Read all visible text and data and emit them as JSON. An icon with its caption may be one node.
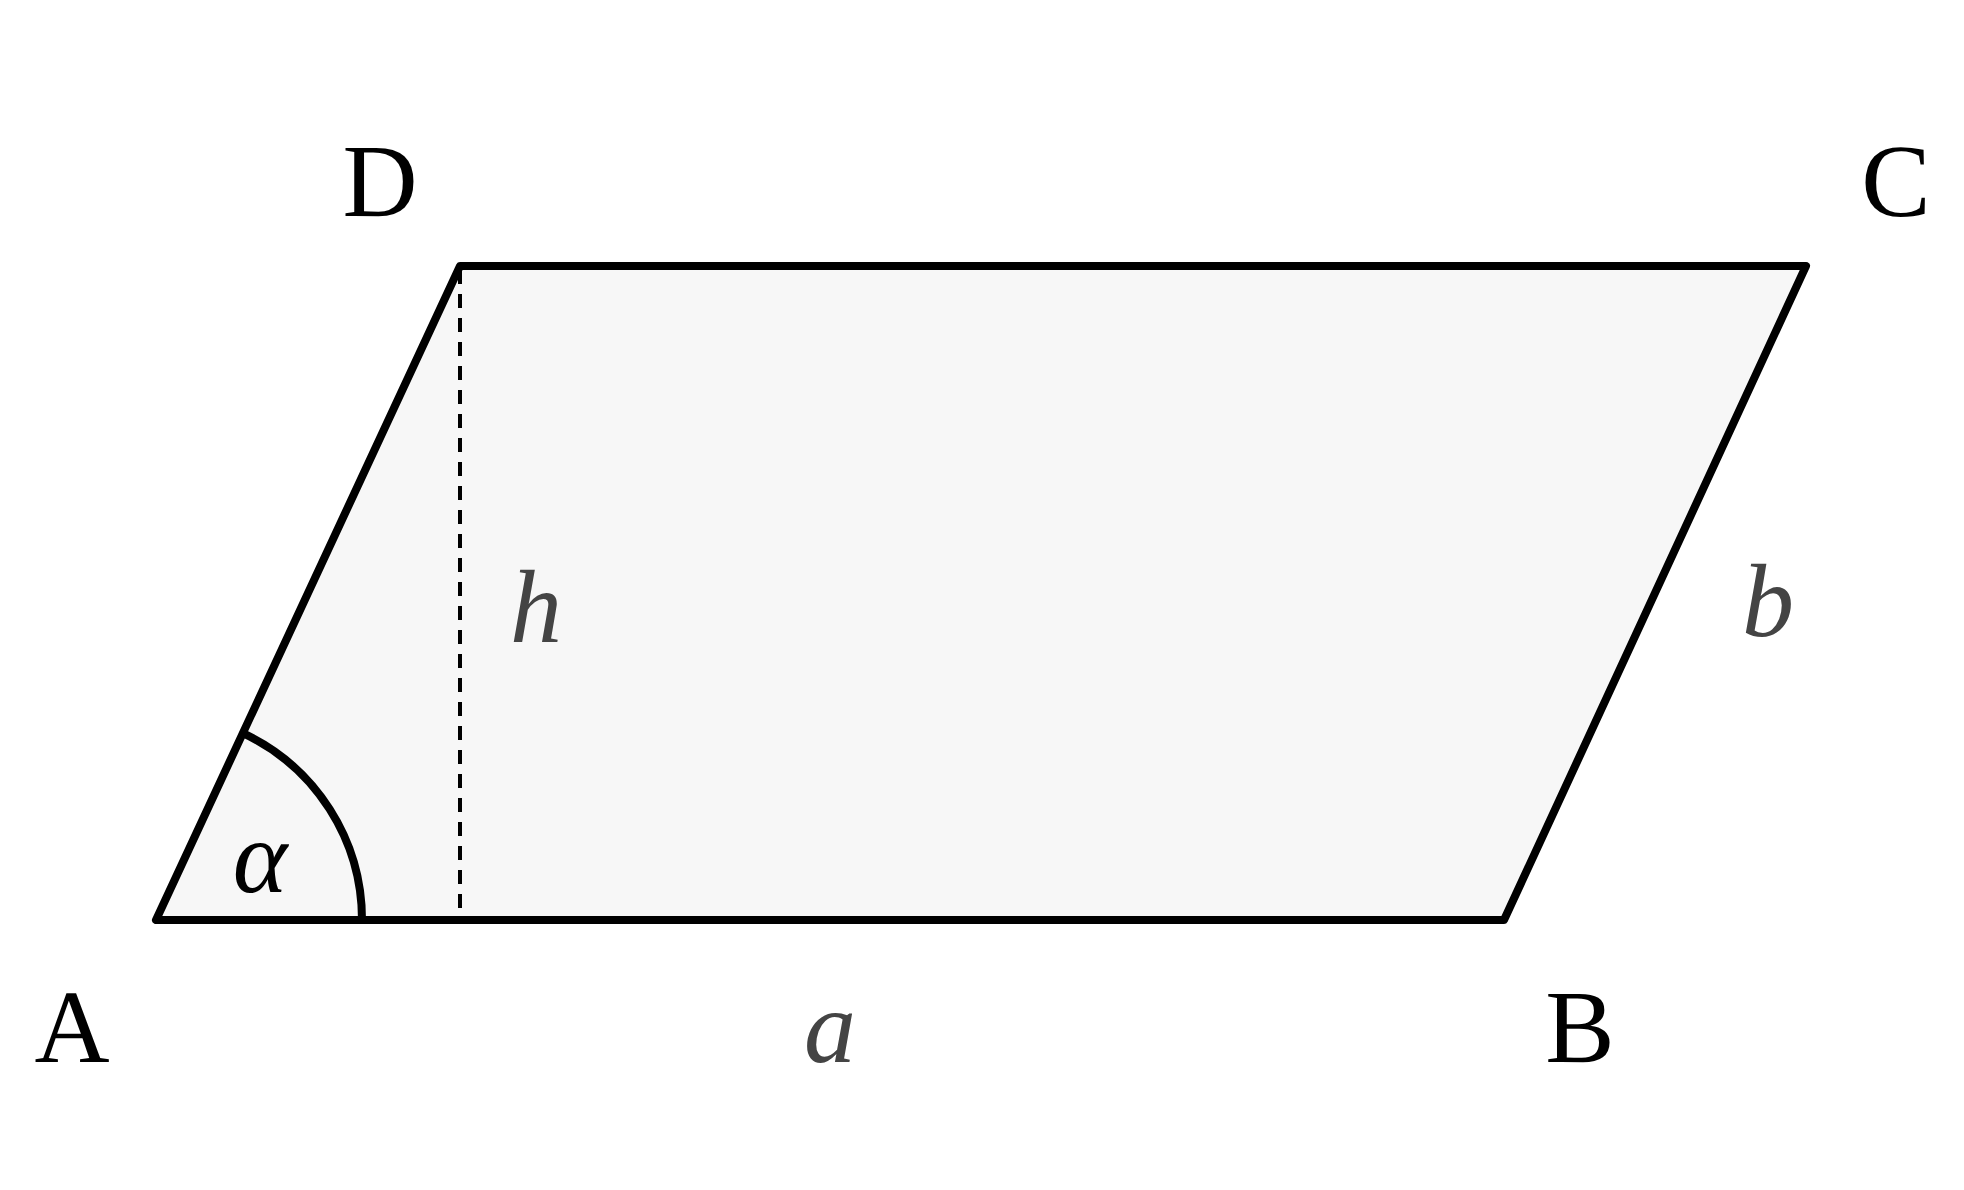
{
  "diagram": {
    "labels": [
      "D",
      "C",
      "h",
      "b",
      "α",
      "A",
      "a",
      "B"
    ]
  }
}
